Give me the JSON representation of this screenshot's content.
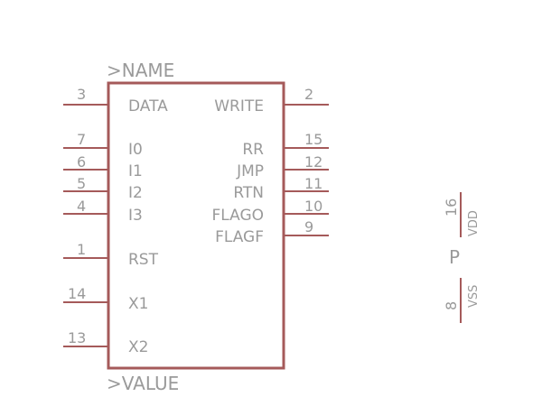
{
  "symbol": {
    "name_attr": ">NAME",
    "value_attr": ">VALUE",
    "body_color": "#a55a5a",
    "text_color": "#9a9a9a",
    "left_pins": [
      {
        "num": "3",
        "label": "DATA"
      },
      {
        "num": "7",
        "label": "I0"
      },
      {
        "num": "6",
        "label": "I1"
      },
      {
        "num": "5",
        "label": "I2"
      },
      {
        "num": "4",
        "label": "I3"
      },
      {
        "num": "1",
        "label": "RST"
      },
      {
        "num": "14",
        "label": "X1"
      },
      {
        "num": "13",
        "label": "X2"
      }
    ],
    "right_pins": [
      {
        "num": "2",
        "label": "WRITE"
      },
      {
        "num": "15",
        "label": "RR"
      },
      {
        "num": "12",
        "label": "JMP"
      },
      {
        "num": "11",
        "label": "RTN"
      },
      {
        "num": "10",
        "label": "FLAGO"
      },
      {
        "num": "9",
        "label": "FLAGF"
      }
    ]
  },
  "power": {
    "gate_label": "P",
    "vdd_num": "16",
    "vdd_label": "VDD",
    "vss_num": "8",
    "vss_label": "VSS"
  }
}
